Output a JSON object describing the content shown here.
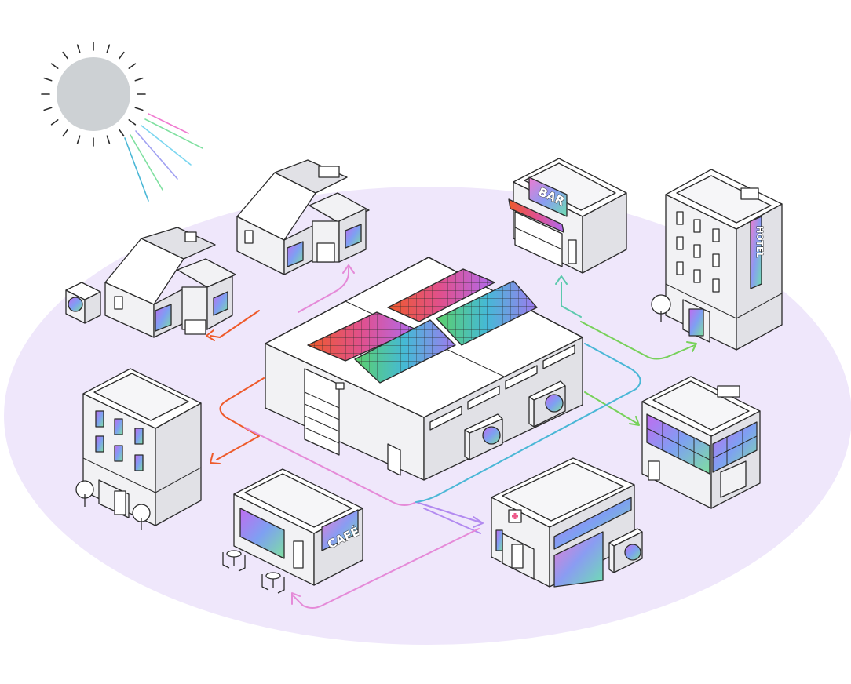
{
  "signs": {
    "bar": "BAR",
    "hotel": "HOTEL",
    "cafe": "CAFÉ"
  },
  "icons": [
    "sun-icon",
    "solar-panel-icon",
    "heat-pump-icon",
    "tree-icon",
    "cafe-table-icon",
    "medical-cross-icon"
  ],
  "colors": {
    "ground": "#efe7fb",
    "sun": "#cdd1d4",
    "outline": "#2b2b2b",
    "flow_red": "#ee5a2a",
    "flow_pink": "#e58ad8",
    "flow_violet": "#b28af0",
    "flow_teal": "#5cc9ad",
    "flow_green": "#77d15a",
    "flow_cyan": "#4ab7d6"
  }
}
